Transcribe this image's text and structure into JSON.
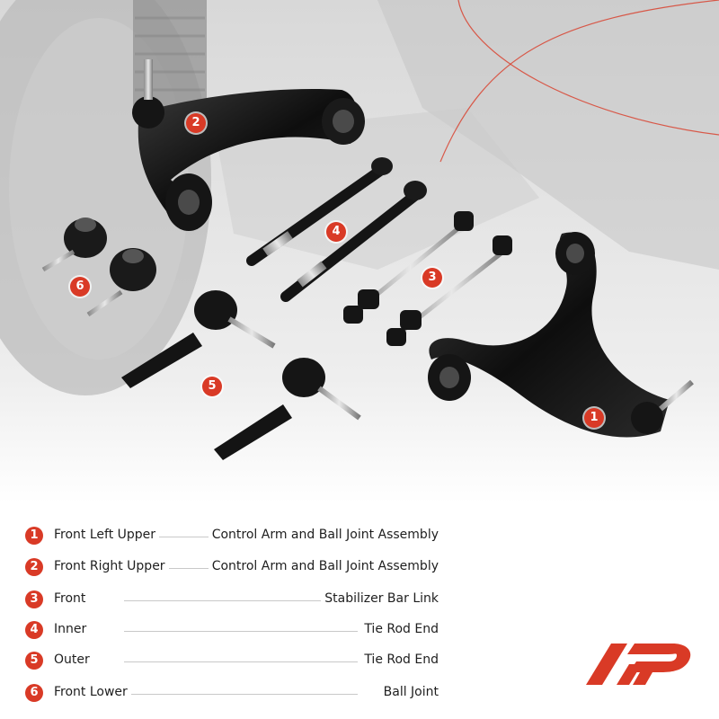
{
  "callouts": [
    {
      "number": "2"
    },
    {
      "number": "4"
    },
    {
      "number": "3"
    },
    {
      "number": "6"
    },
    {
      "number": "5"
    },
    {
      "number": "1"
    }
  ],
  "legend": [
    {
      "number": "1",
      "left": "Front Left Upper",
      "right": "Control Arm and Ball Joint Assembly"
    },
    {
      "number": "2",
      "left": "Front Right Upper",
      "right": "Control Arm and Ball Joint Assembly"
    },
    {
      "number": "3",
      "left": "Front",
      "right": "Stabilizer Bar Link"
    },
    {
      "number": "4",
      "left": "Inner",
      "right": "Tie Rod End"
    },
    {
      "number": "5",
      "left": "Outer",
      "right": "Tie Rod End"
    },
    {
      "number": "6",
      "left": "Front Lower",
      "right": "Ball Joint"
    }
  ],
  "colors": {
    "accent": "#d93a26",
    "part": "#141414",
    "background": "#e7e7e7"
  },
  "logo": {
    "icon": "a-premium-logo-icon"
  }
}
